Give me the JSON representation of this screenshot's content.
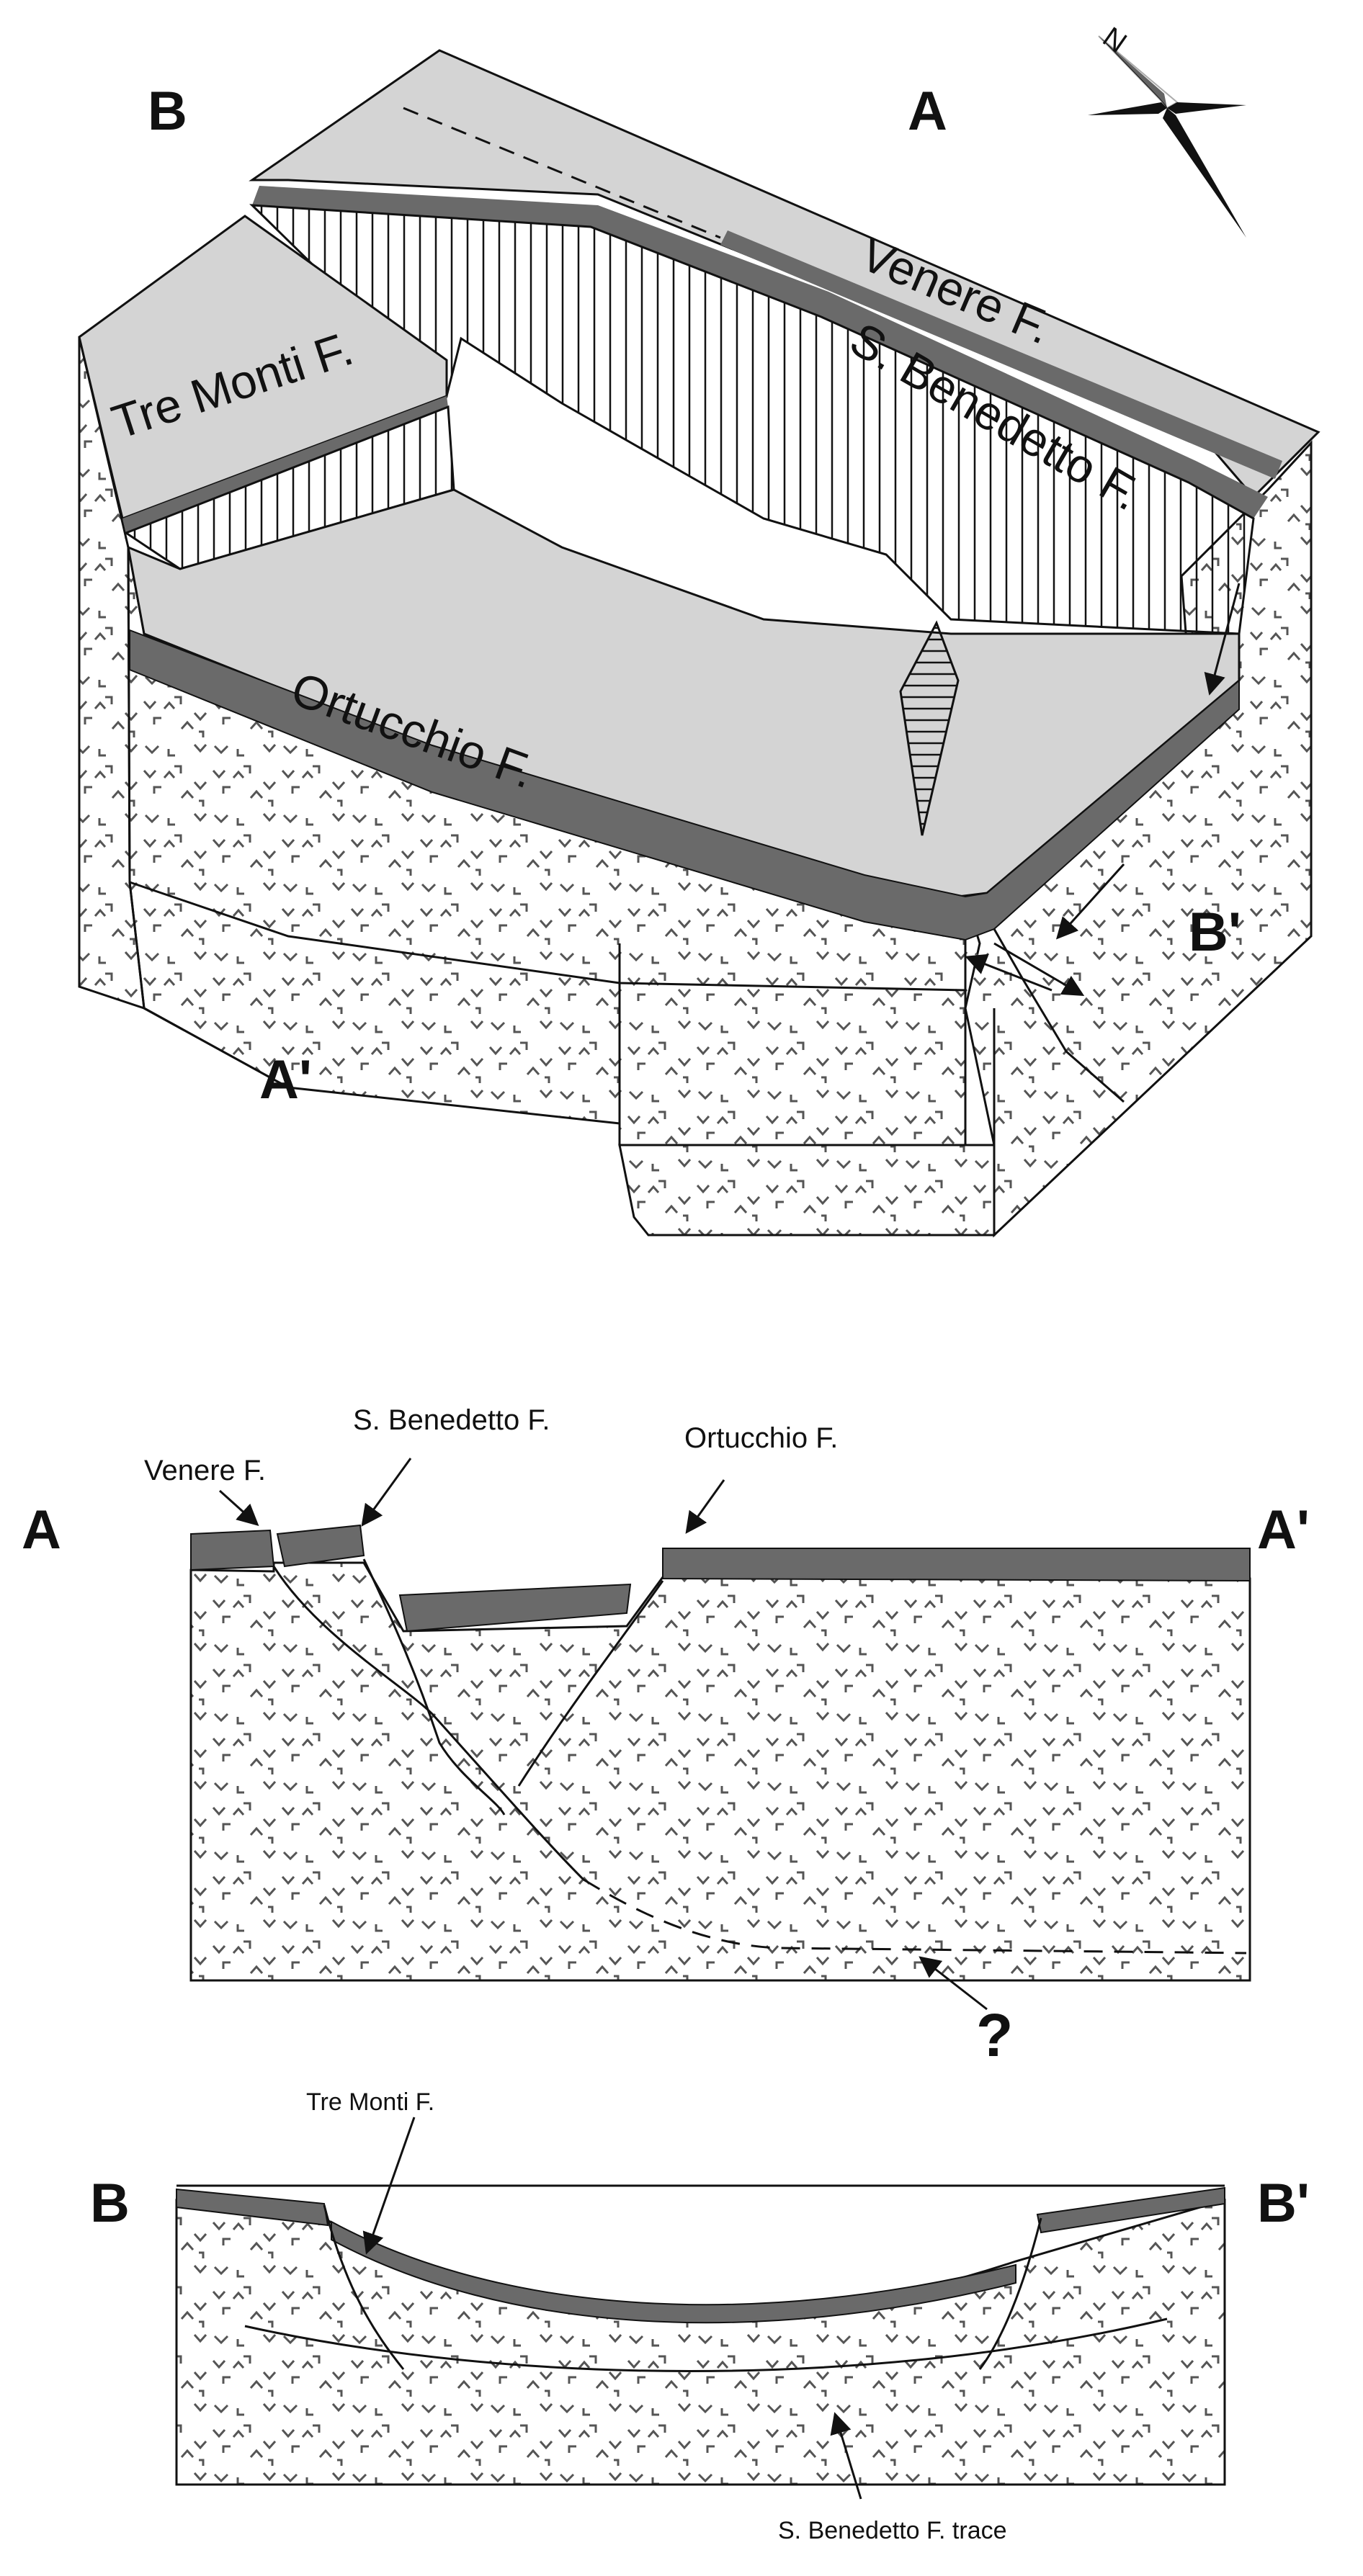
{
  "block_diagram": {
    "corner_labels": {
      "b": "B",
      "a": "A",
      "a_prime": "A'",
      "b_prime": "B'"
    },
    "compass_label": "N",
    "fault_labels": {
      "venere": "Venere F.",
      "s_benedetto": "S. Benedetto F.",
      "tre_monti": "Tre Monti F.",
      "ortucchio": "Ortucchio F."
    }
  },
  "section_a": {
    "left_label": "A",
    "right_label": "A'",
    "fault_labels": {
      "venere": "Venere F.",
      "s_benedetto": "S. Benedetto F.",
      "ortucchio": "Ortucchio F."
    },
    "question_mark": "?"
  },
  "section_b": {
    "left_label": "B",
    "right_label": "B'",
    "fault_labels": {
      "tre_monti": "Tre Monti F.",
      "trace": "S. Benedetto F. trace"
    }
  },
  "colors": {
    "surface": "#d4d4d4",
    "marker_bed": "#6a6a6a",
    "rock_symbols": "#555555",
    "lines": "#111111"
  }
}
